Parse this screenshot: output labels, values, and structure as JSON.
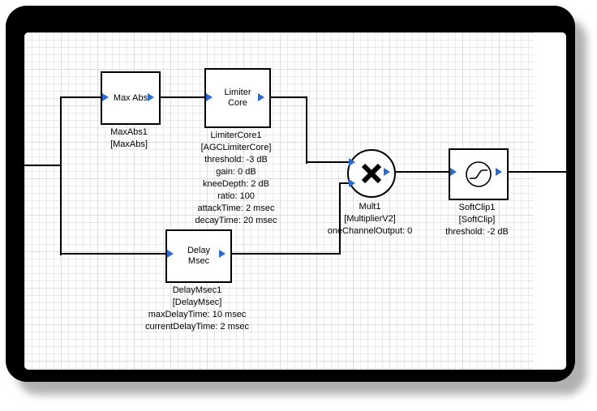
{
  "diagram": {
    "blocks": {
      "maxabs": {
        "title": "Max Abs",
        "instance": "MaxAbs1",
        "type": "[MaxAbs]"
      },
      "limiter_core": {
        "title_line1": "Limiter",
        "title_line2": "Core",
        "instance": "LimiterCore1",
        "type": "[AGCLimiterCore]",
        "params": [
          "threshold: -3 dB",
          "gain: 0 dB",
          "kneeDepth: 2 dB",
          "ratio: 100",
          "attackTime: 2 msec",
          "decayTime: 20 msec"
        ]
      },
      "delay_msec": {
        "title_line1": "Delay",
        "title_line2": "Msec",
        "instance": "DelayMsec1",
        "type": "[DelayMsec]",
        "params": [
          "maxDelayTime: 10 msec",
          "currentDelayTime: 2 msec"
        ]
      },
      "mult": {
        "instance": "Mult1",
        "type": "[MultiplierV2]",
        "params": [
          "oneChannelOutput: 0"
        ]
      },
      "softclip": {
        "instance": "SoftClip1",
        "type": "[SoftClip]",
        "params": [
          "threshold: -2 dB"
        ]
      }
    },
    "icons": {
      "pin": "triangle-right",
      "mult": "multiply-x",
      "softclip": "softclip-transfer-curve"
    },
    "colors": {
      "pin_blue": "#2e6bc8",
      "wire": "#000000",
      "block_border": "#000000",
      "canvas_bg": "#ffffff",
      "grid_line": "#e9e9e9",
      "grid_line_major": "#dddddd",
      "frame": "#000000"
    }
  }
}
